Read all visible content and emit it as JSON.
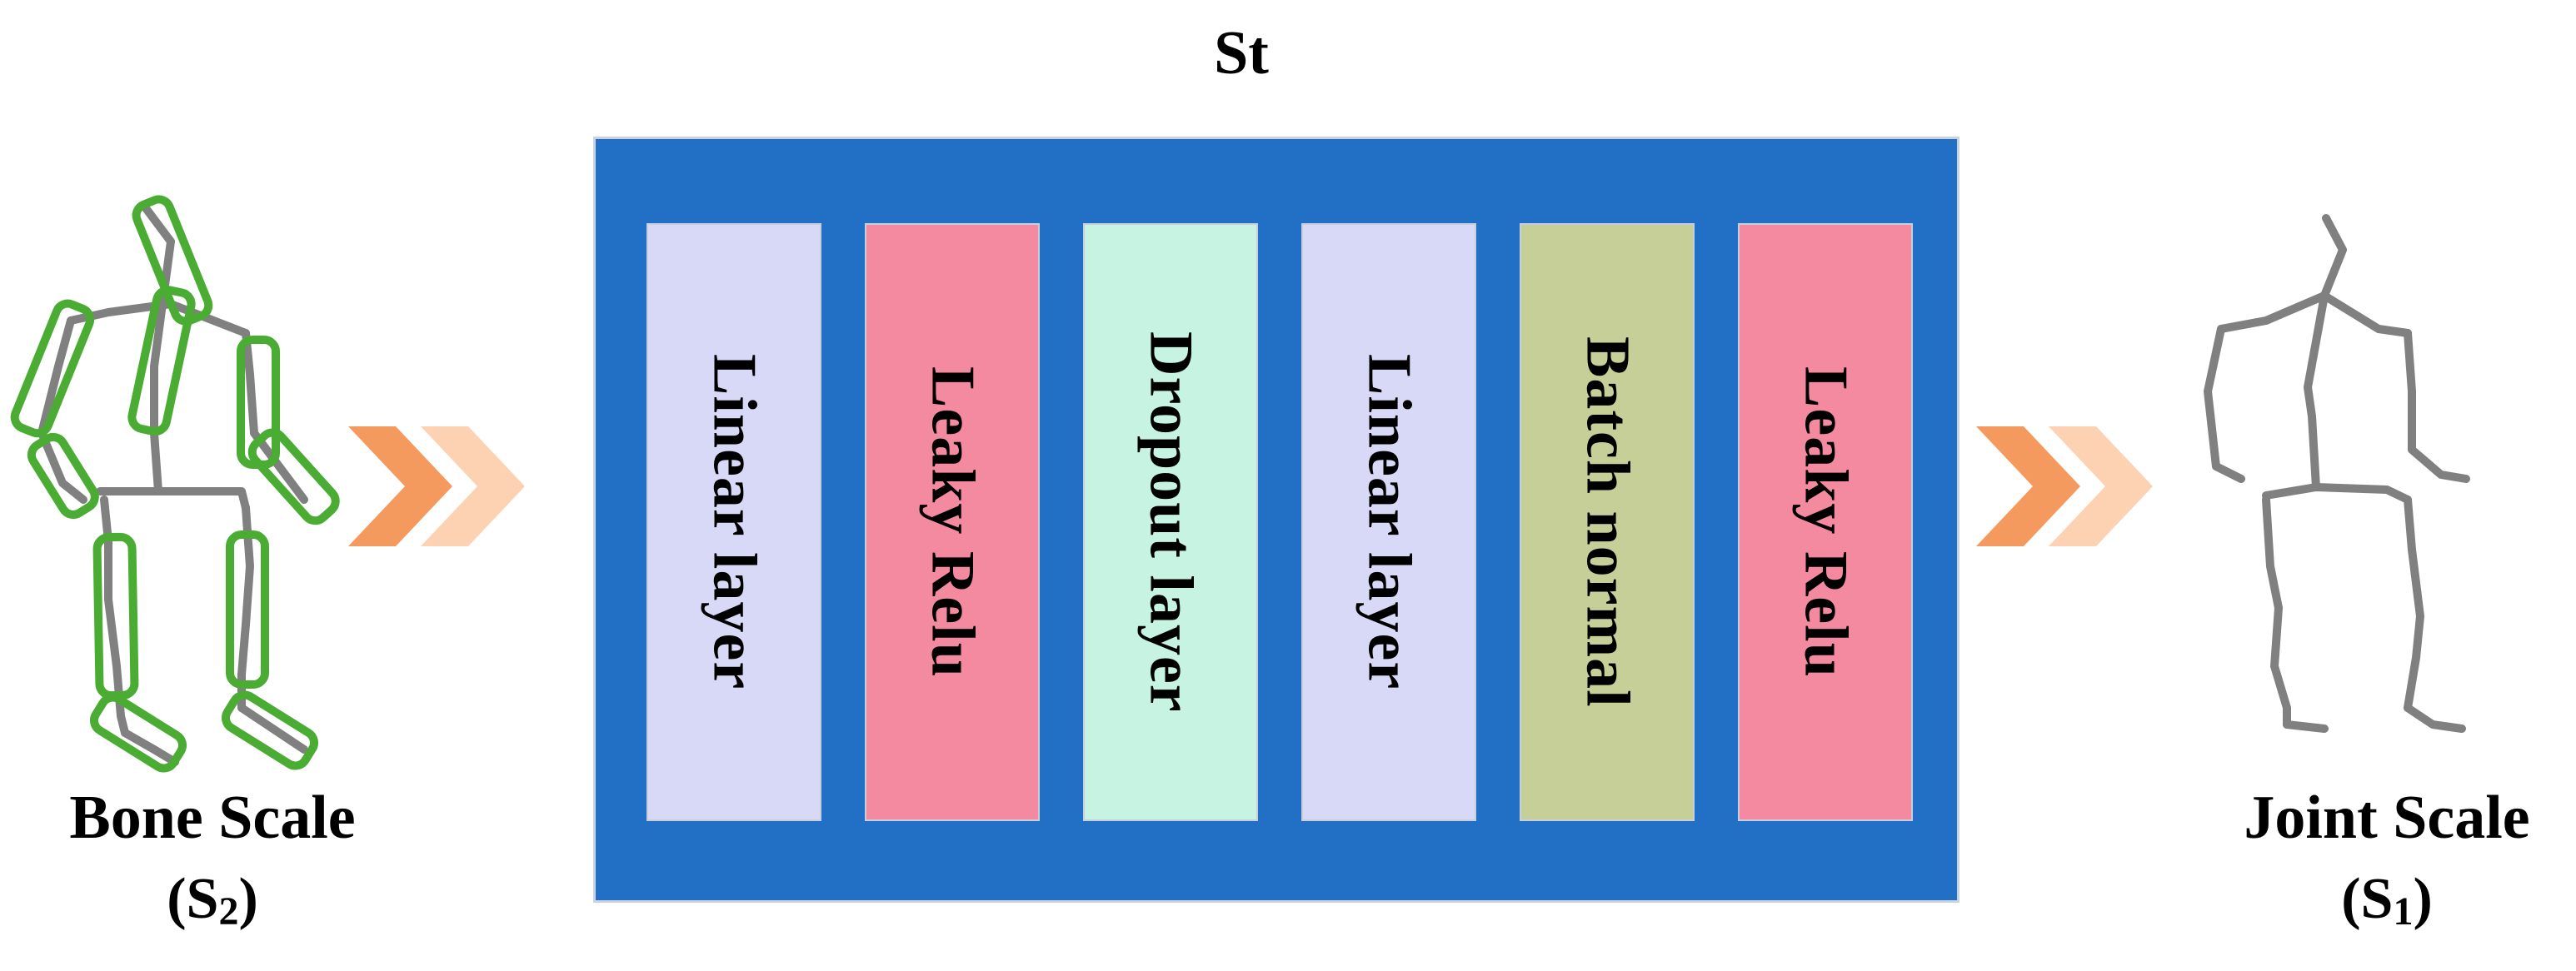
{
  "diagram": {
    "title": "St",
    "layers": [
      {
        "label": "Linear layer",
        "color": "#d8d8f7"
      },
      {
        "label": "Leaky Relu",
        "color": "#f48a9f"
      },
      {
        "label": "Dropout layer",
        "color": "#c7f3e3"
      },
      {
        "label": "Linear layer",
        "color": "#d8d8f7"
      },
      {
        "label": "Batch normal",
        "color": "#c6cf97"
      },
      {
        "label": "Leaky Relu",
        "color": "#f48a9f"
      }
    ],
    "left": {
      "caption": "Bone Scale",
      "sub_base": "S",
      "sub_index": "2"
    },
    "right": {
      "caption": "Joint Scale",
      "sub_base": "S",
      "sub_index": "1"
    },
    "colors": {
      "block_bg": "#2270c6",
      "skeleton": "#808080",
      "bone_highlight": "#4aac33",
      "arrow_dark": "#f59a5e",
      "arrow_light": "#fcd2b2"
    }
  }
}
